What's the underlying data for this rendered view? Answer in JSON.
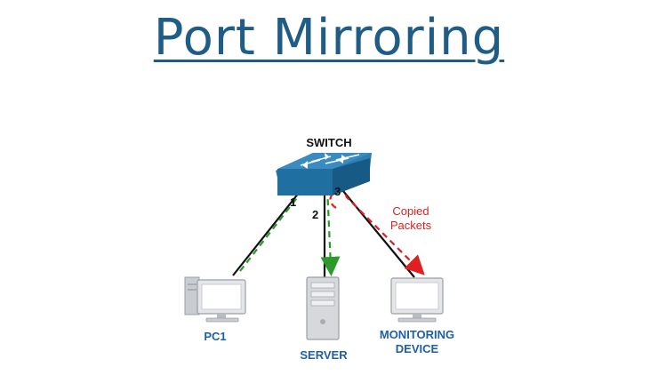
{
  "title": "Port Mirroring",
  "colors": {
    "title": "#1f5d86",
    "switch": "#1f6fa0",
    "device_label": "#1f5fa6",
    "mirror_arrow": "#e02020",
    "traffic_arrow": "#2a9a2a"
  },
  "switch": {
    "label": "SWITCH",
    "icon": "network-switch-icon"
  },
  "ports": {
    "p1": "1",
    "p2": "2",
    "p3": "3"
  },
  "devices": {
    "pc1": {
      "label": "PC1",
      "icon": "desktop-computer-icon"
    },
    "server": {
      "label": "SERVER",
      "icon": "server-tower-icon"
    },
    "monitor": {
      "line1": "MONITORING",
      "line2": "DEVICE",
      "icon": "monitor-icon"
    }
  },
  "annotation": {
    "line1": "Copied",
    "line2": "Packets"
  }
}
